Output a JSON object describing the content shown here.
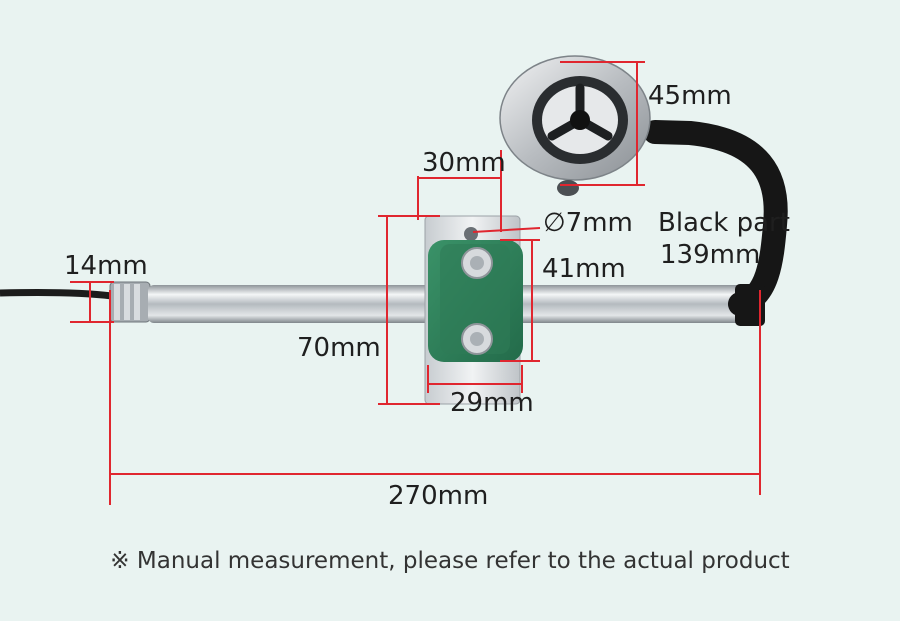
{
  "dimensions": {
    "fan_diameter": "45mm",
    "bracket_top_width": "30mm",
    "hole_diameter": "∅7mm",
    "black_part_title": "Black part",
    "black_part_length": "139mm",
    "cable_diameter": "14mm",
    "clamp_height": "41mm",
    "bracket_height": "70mm",
    "clamp_width": "29mm",
    "total_length": "270mm"
  },
  "note": "※ Manual measurement, please refer to the actual product",
  "colors": {
    "background": "#e9f3f1",
    "dimension_line": "#e0262f",
    "clamp": "#2f7f5a",
    "tube": "#c9cdd0",
    "hose": "#1a1a1a"
  }
}
